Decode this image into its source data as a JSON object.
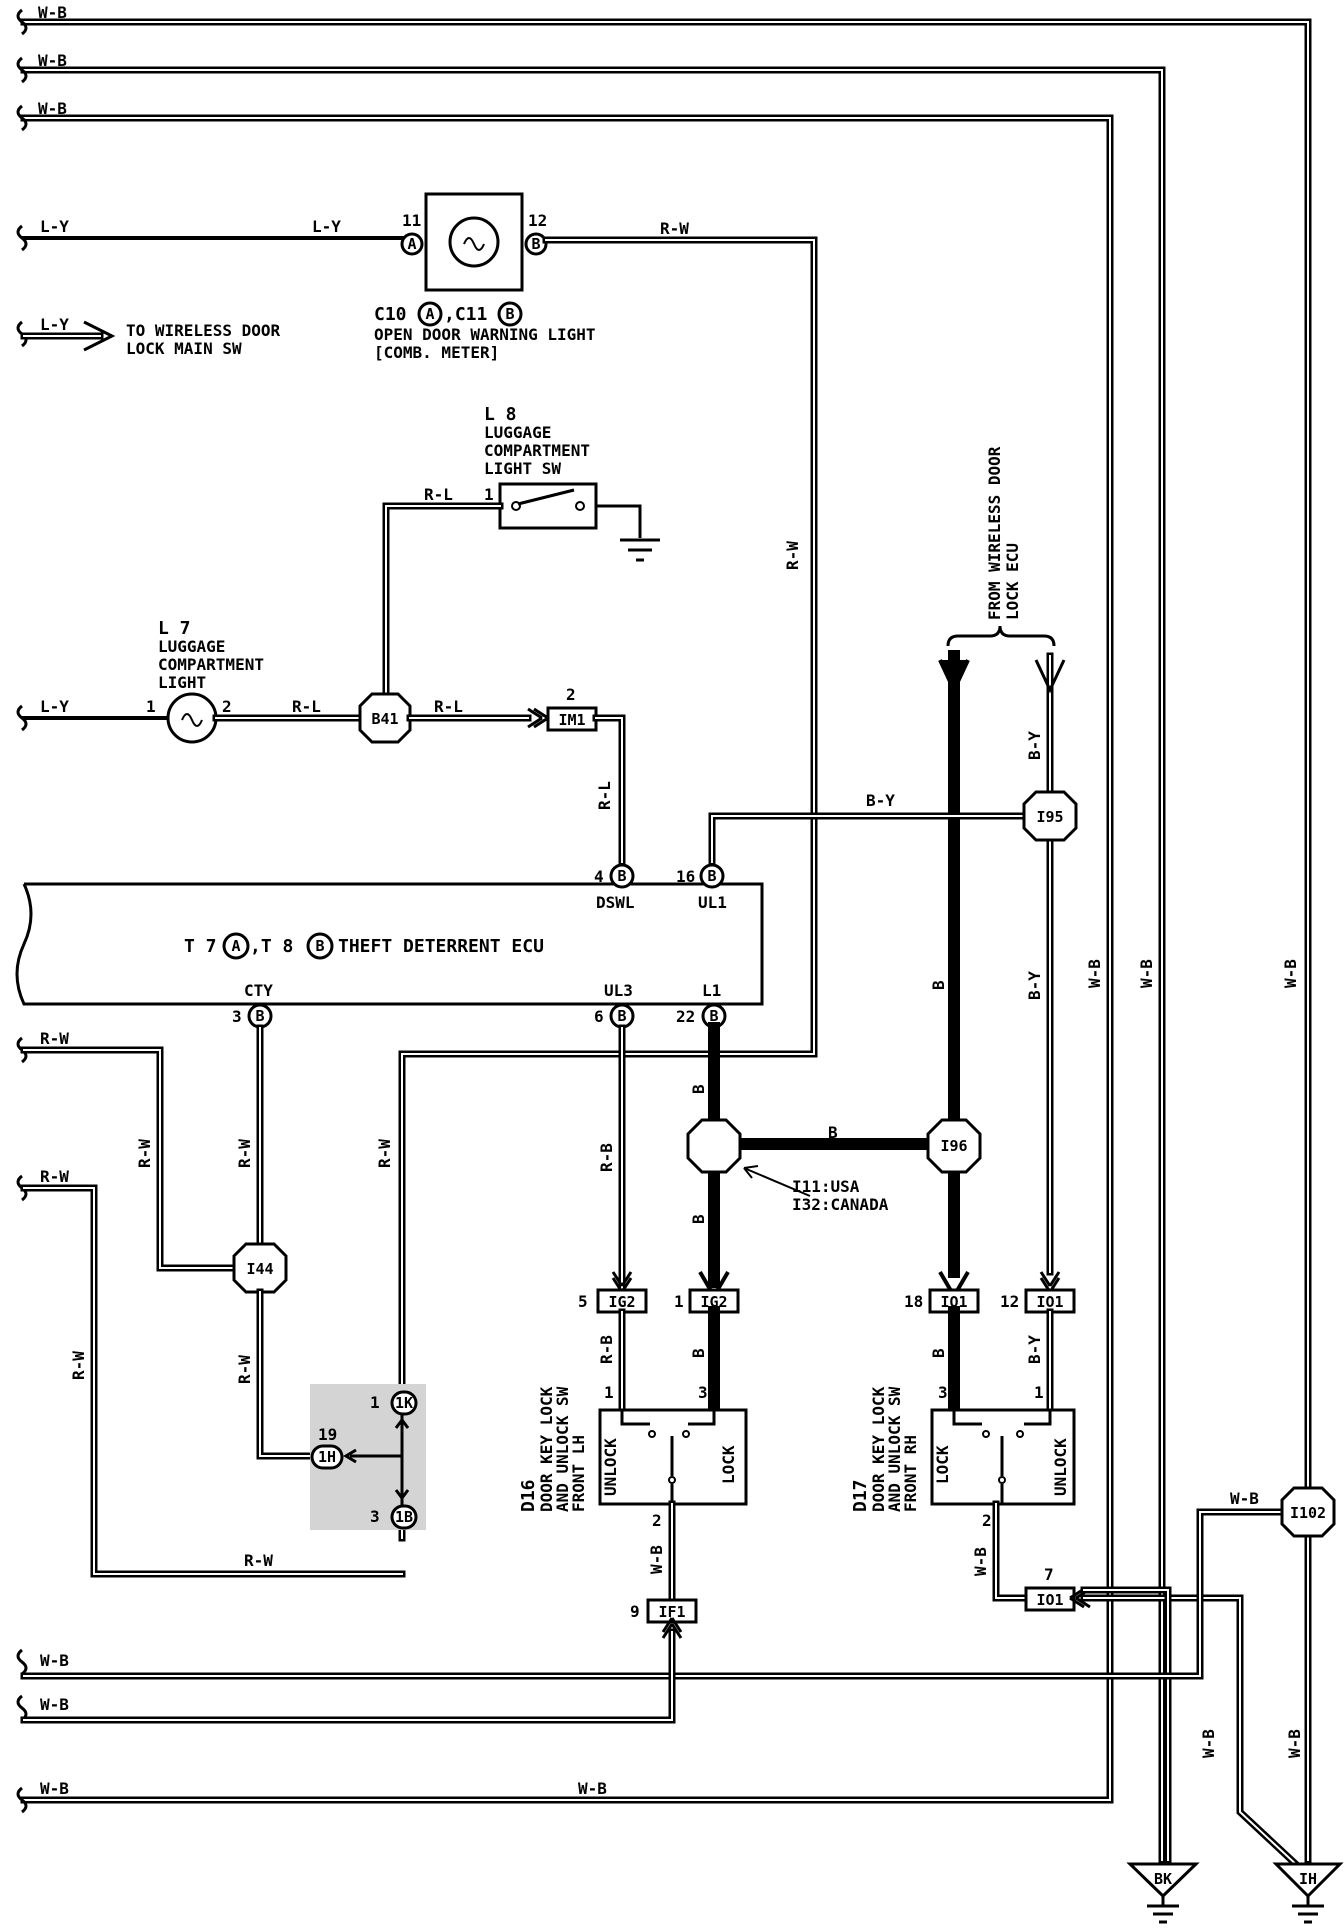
{
  "colors": {
    "ink": "#000000",
    "paper": "#ffffff",
    "shade": "#cccccc"
  },
  "wires": {
    "wb": "W-B",
    "ly": "L-Y",
    "rw": "R-W",
    "rl": "R-L",
    "rb": "R-B",
    "by": "B-Y",
    "b": "B"
  },
  "components": {
    "c10": {
      "pin_a": "11",
      "pin_b": "12",
      "conn_a": "A",
      "conn_b": "B",
      "id_a": "C10",
      "id_b": ",C11",
      "name1": "OPEN DOOR WARNING LIGHT",
      "name2": "[COMB. METER]"
    },
    "legend": {
      "line1": "TO WIRELESS DOOR",
      "line2": "LOCK MAIN SW"
    },
    "l8": {
      "id": "L 8",
      "name1": "LUGGAGE",
      "name2": "COMPARTMENT",
      "name3": "LIGHT SW",
      "pin": "1"
    },
    "l7": {
      "id": "L 7",
      "name1": "LUGGAGE",
      "name2": "COMPARTMENT",
      "name3": "LIGHT",
      "pin1": "1",
      "pin2": "2"
    },
    "from_ecu": {
      "line1": "FROM WIRELESS DOOR",
      "line2": "LOCK ECU"
    },
    "ecu": {
      "id1": "T 7",
      "c1": "A",
      "id2": ",T 8",
      "c2": "B",
      "name": "THEFT DETERRENT ECU",
      "dswl": "DSWL",
      "ul1": "UL1",
      "cty": "CTY",
      "ul3": "UL3",
      "l1": "L1",
      "p_dswl": "4",
      "p_ul1": "16",
      "p_cty": "3",
      "p_ul3": "6",
      "p_l1": "22",
      "c_b": "B"
    },
    "d16": {
      "id": "D16",
      "name1": "DOOR KEY LOCK",
      "name2": "AND UNLOCK SW",
      "name3": "FRONT LH",
      "unlock": "UNLOCK",
      "lock": "LOCK",
      "p1": "1",
      "p3": "3",
      "p2": "2"
    },
    "d17": {
      "id": "D17",
      "name1": "DOOR KEY LOCK",
      "name2": "AND UNLOCK SW",
      "name3": "FRONT RH",
      "unlock": "UNLOCK",
      "lock": "LOCK",
      "p3": "3",
      "p1": "1",
      "p2": "2"
    },
    "splice_note": {
      "line1": "I11:USA",
      "line2": "I32:CANADA"
    }
  },
  "connectors": {
    "b41": "B41",
    "im1": "IM1",
    "im1_pin": "2",
    "i95": "I95",
    "i96": "I96",
    "i44": "I44",
    "i102": "I102",
    "ig2_a": "IG2",
    "ig2_a_pin": "5",
    "ig2_b": "IG2",
    "ig2_b_pin": "1",
    "io1_a": "IO1",
    "io1_a_pin": "18",
    "io1_b": "IO1",
    "io1_b_pin": "12",
    "io1_c": "IO1",
    "io1_c_pin": "7",
    "if1": "IF1",
    "if1_pin": "9",
    "j1k": "1K",
    "j1k_pin": "1",
    "j1h": "1H",
    "j1h_pin": "19",
    "j1b": "1B",
    "j1b_pin": "3",
    "bk": "BK",
    "ih": "IH"
  }
}
